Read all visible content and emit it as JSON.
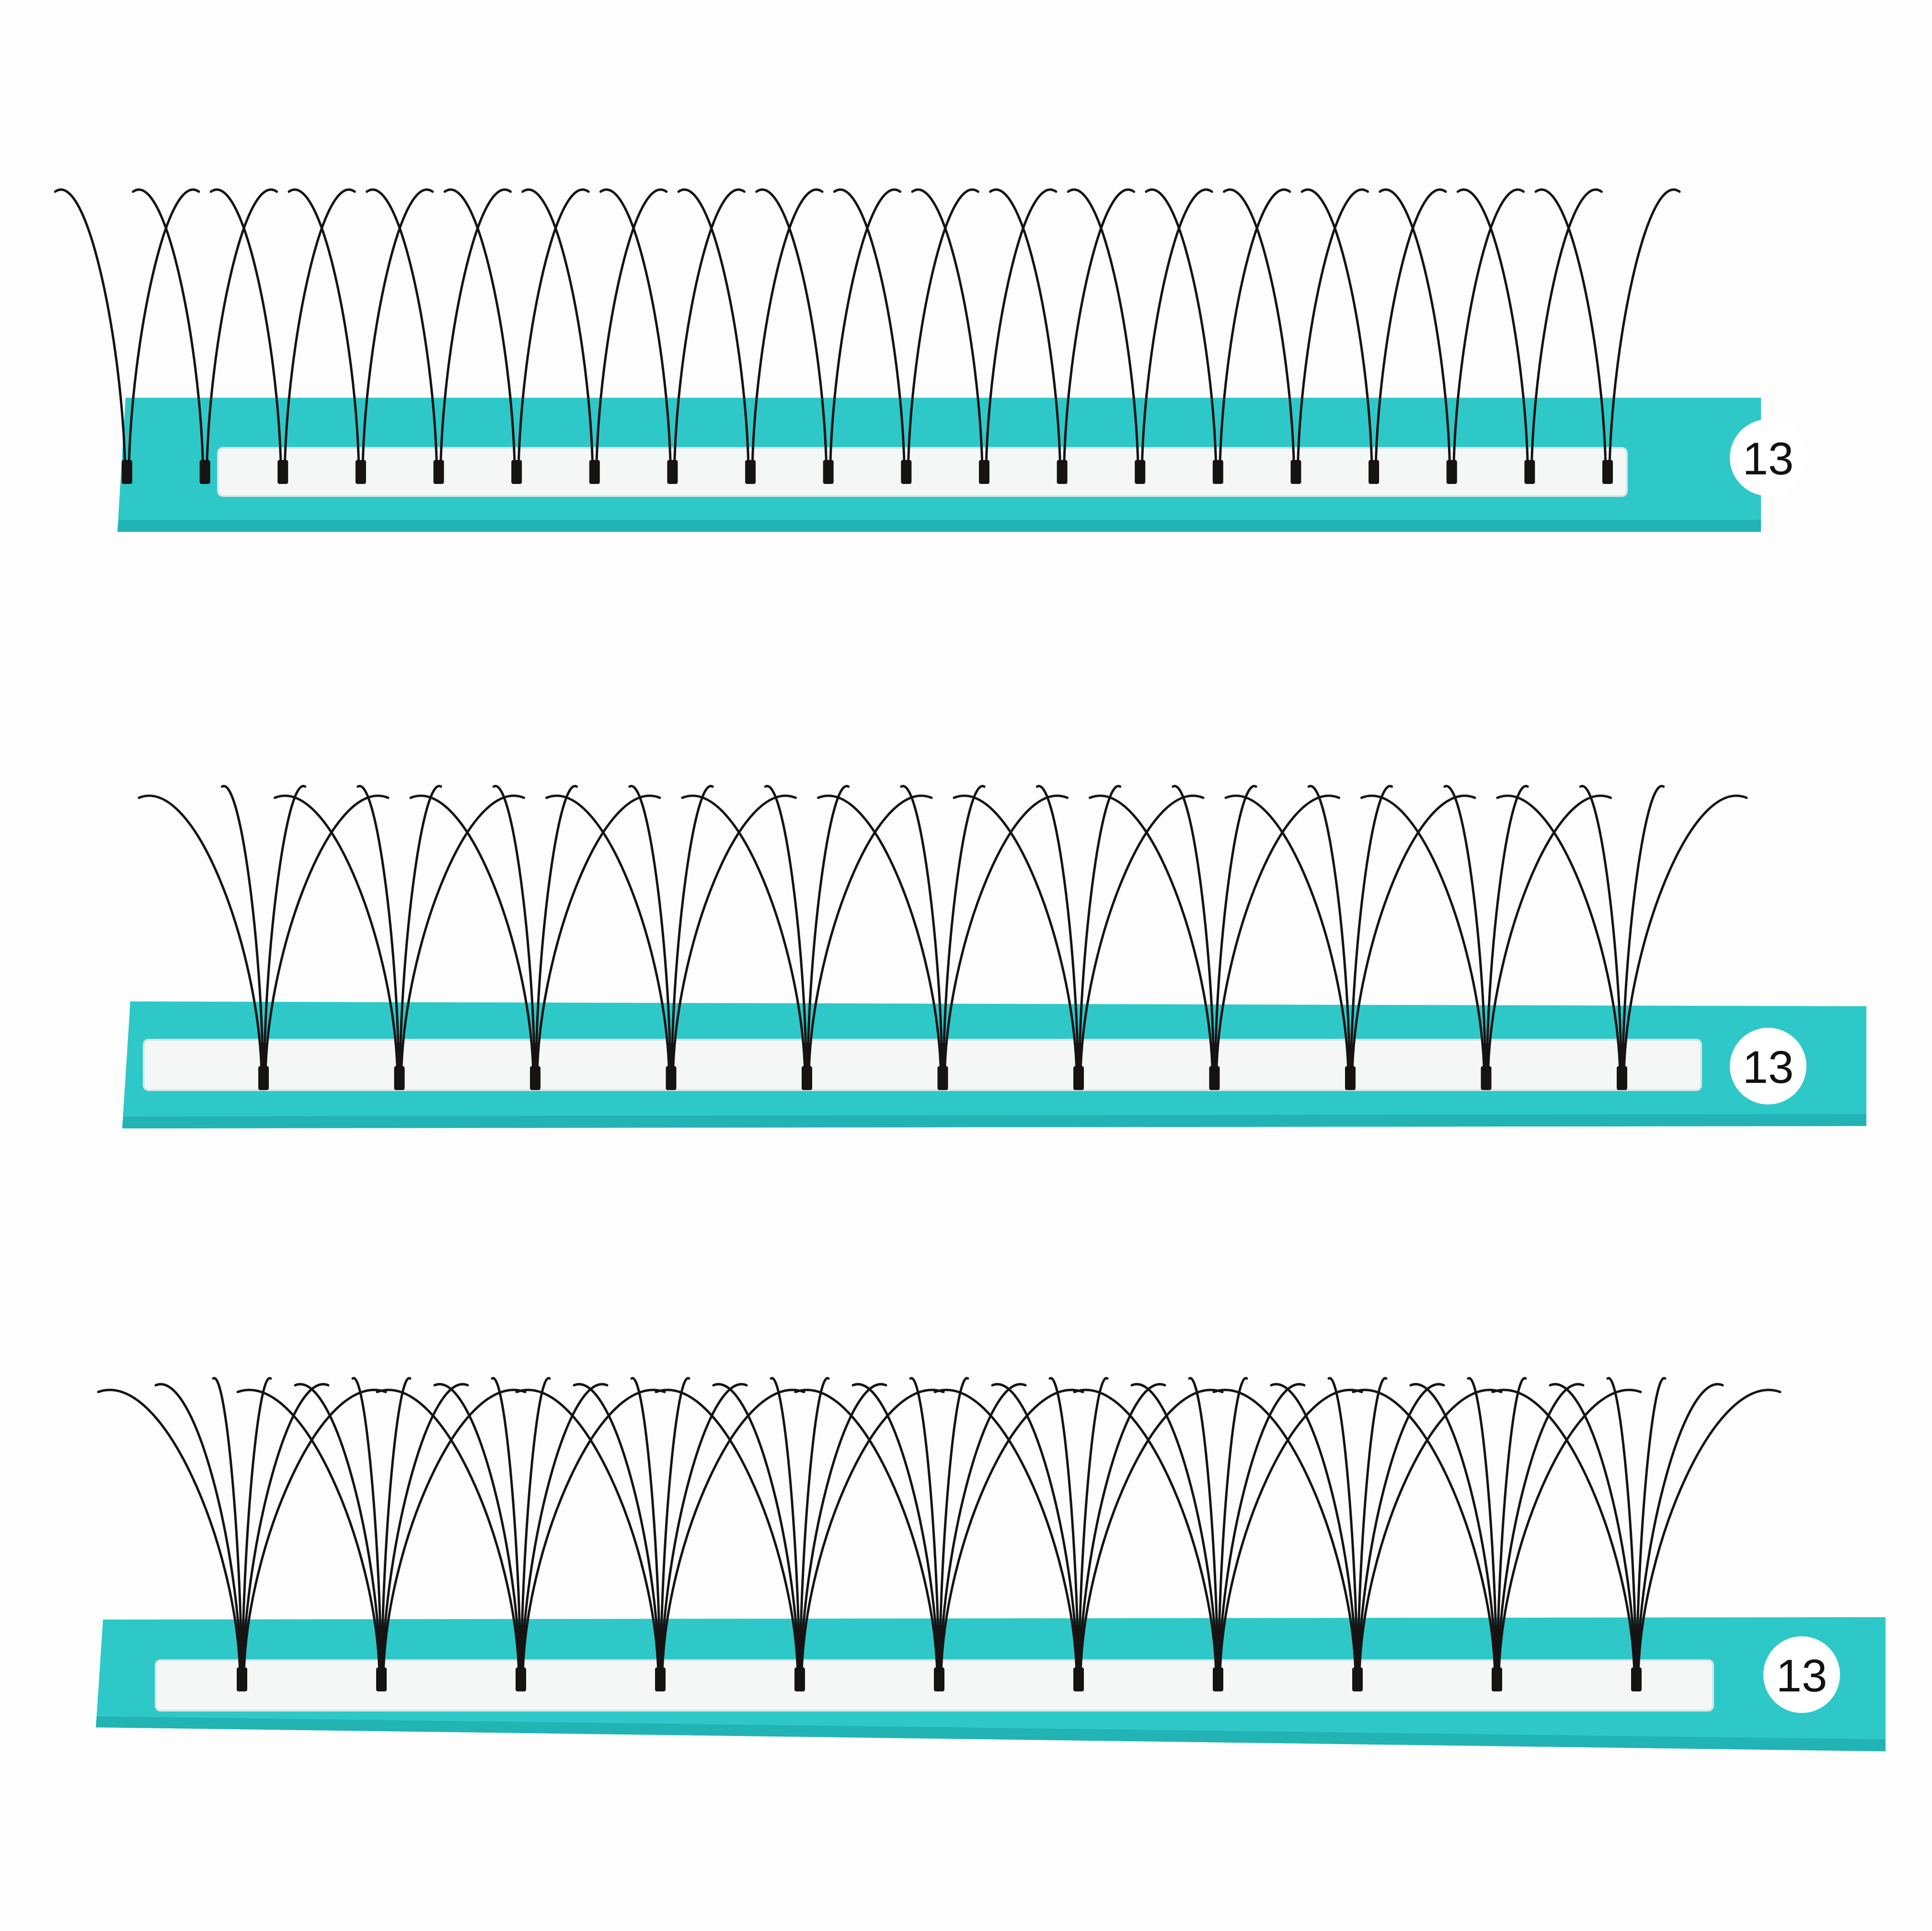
{
  "colors": {
    "background": "#fdfdfd",
    "strip": "#2ec8c8",
    "strip_shade": "#22b3b5",
    "tape": "#f4f7f6",
    "lash": "#161313",
    "label_circle": "#ffffff",
    "label_text": "#111111"
  },
  "strips": [
    {
      "label": "13",
      "cluster_count": 20,
      "fibers_per_cluster": 2
    },
    {
      "label": "13",
      "cluster_count": 11,
      "fibers_per_cluster": 4
    },
    {
      "label": "13",
      "cluster_count": 11,
      "fibers_per_cluster": 6
    }
  ]
}
